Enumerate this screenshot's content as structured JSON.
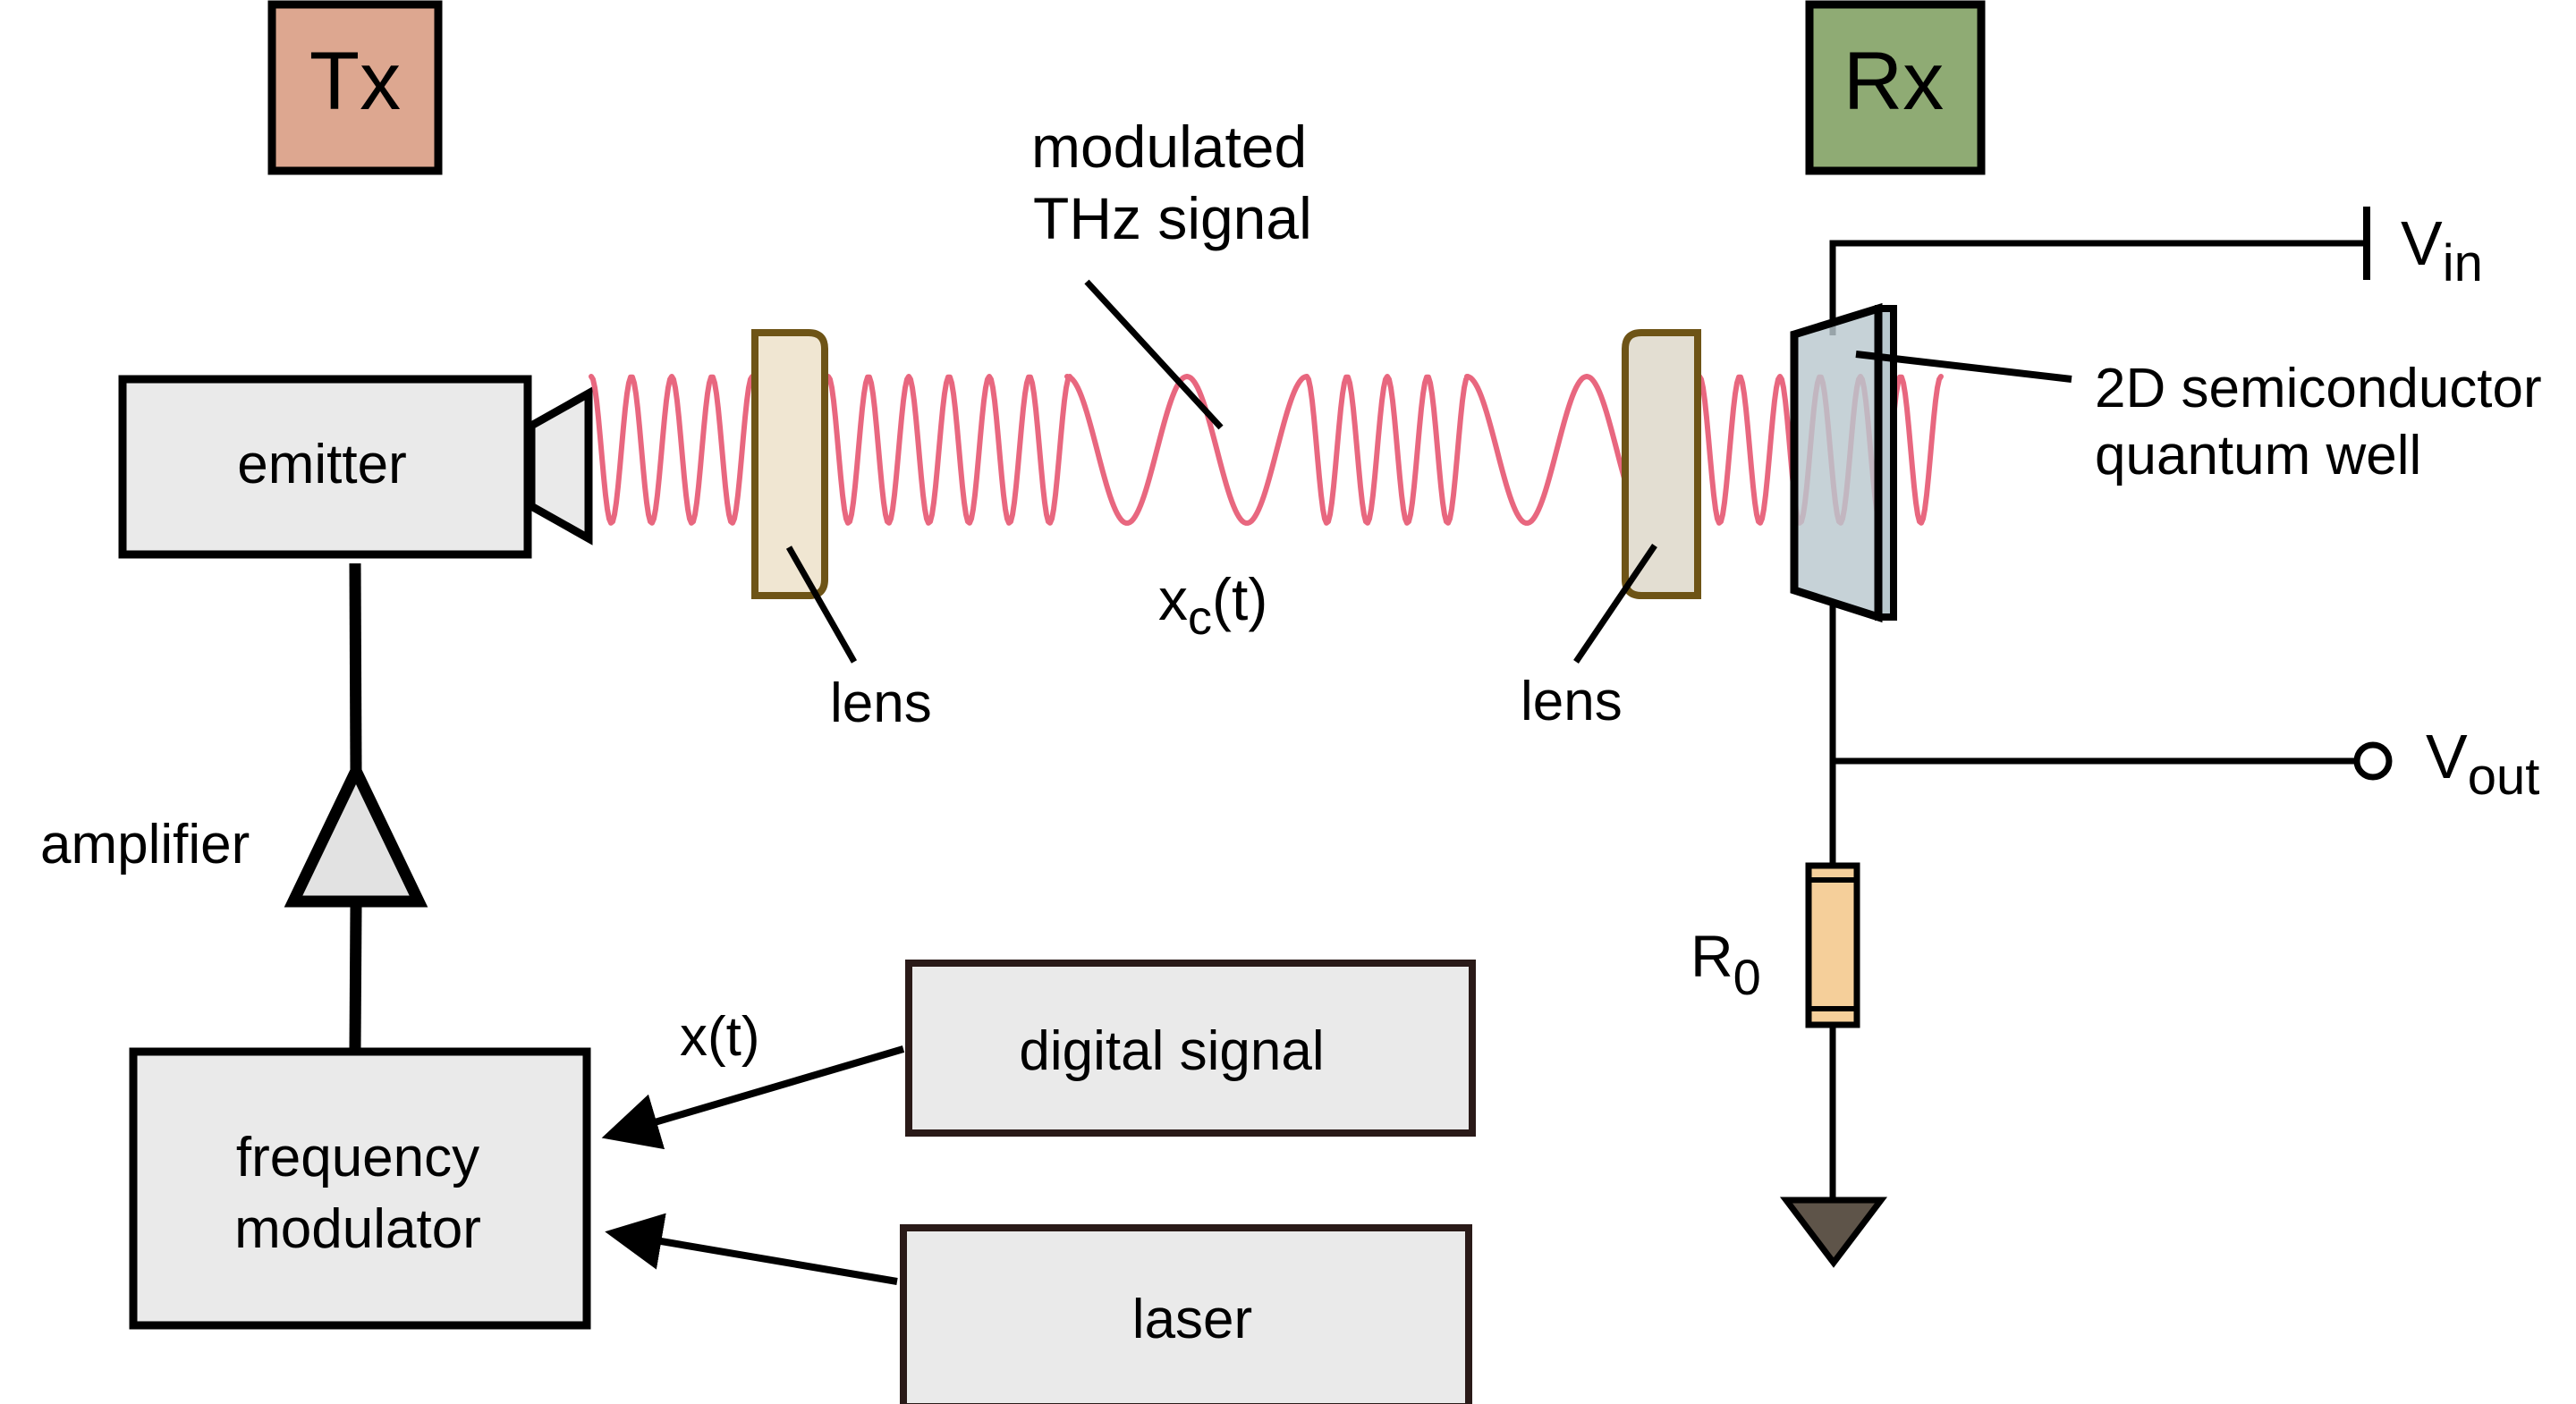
{
  "figure": {
    "title": "THz wireless link with frequency-modulated emitter and 2D semiconductor quantum well receiver",
    "colors": {
      "tx_fill": "#DDA790",
      "rx_fill": "#8FAB74",
      "block_fill": "#EAEAEA",
      "lens1_fill": "#F0E6D2",
      "lens2_fill": "#E3DED2",
      "lens_border": "#6E5416",
      "wave": "#E8677F",
      "quantum_well_fill": "#B9C8CE",
      "resistor_fill": "#F5CF9A",
      "ground_fill": "#5E5449",
      "amplifier_fill": "#E2E2E2",
      "source_border": "#2A1A18"
    }
  },
  "transmitter": {
    "tag": "Tx",
    "emitter_label": "emitter",
    "amplifier_label": "amplifier",
    "modulator_label_line1": "frequency",
    "modulator_label_line2": "modulator",
    "input_signal_label": "x(t)",
    "digital_signal_label": "digital signal",
    "laser_label": "laser"
  },
  "channel": {
    "signal_label_line1": "modulated",
    "signal_label_line2": "THz signal",
    "carrier_label_main": "x",
    "carrier_label_sub": "c",
    "carrier_label_tail": "(t)",
    "lens_left_label": "lens",
    "lens_right_label": "lens",
    "modulation_pattern": [
      {
        "freq": "high",
        "cycles": 4
      },
      {
        "freq": "high",
        "cycles": 6
      },
      {
        "freq": "low",
        "cycles": 2
      },
      {
        "freq": "high",
        "cycles": 4
      },
      {
        "freq": "low",
        "cycles": 2
      },
      {
        "freq": "high",
        "cycles": 6
      }
    ]
  },
  "receiver": {
    "tag": "Rx",
    "detector_label_line1": "2D semiconductor",
    "detector_label_line2": "quantum well",
    "vin_main": "V",
    "vin_sub": "in",
    "vout_main": "V",
    "vout_sub": "out",
    "resistor_main": "R",
    "resistor_sub": "0"
  }
}
